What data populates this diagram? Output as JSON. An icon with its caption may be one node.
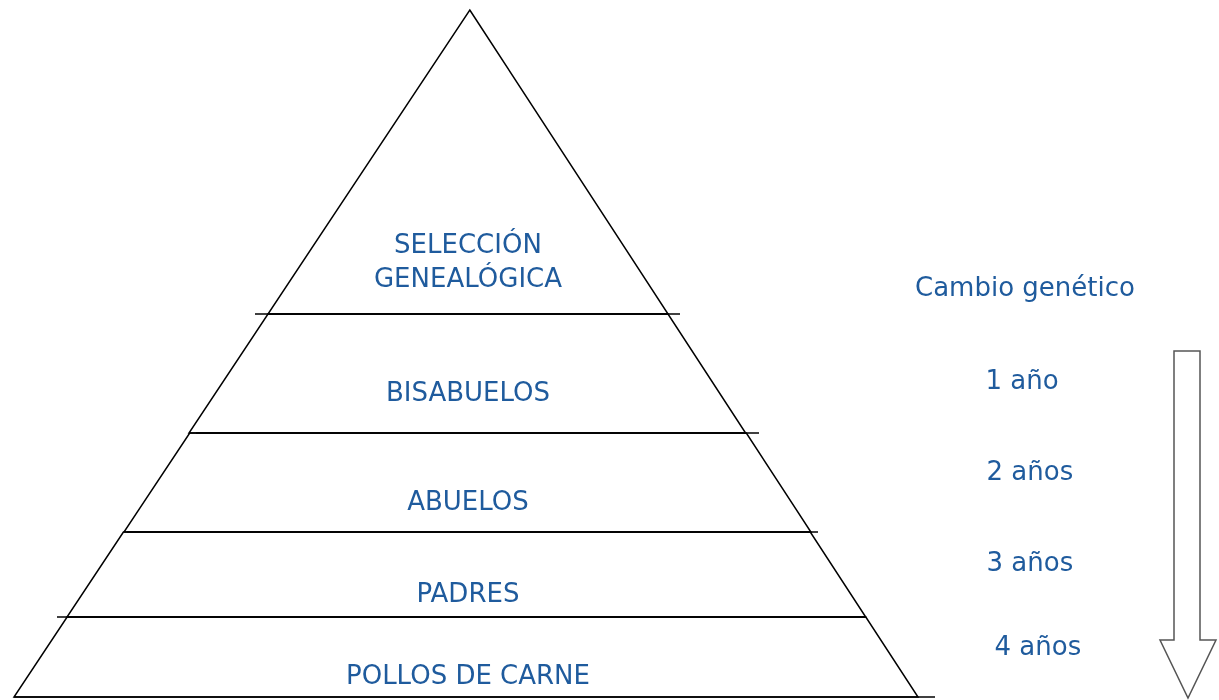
{
  "diagram": {
    "nodes": [
      {
        "text": [
          "SELECCIÓN GENEALÓGICA"
        ]
      },
      {
        "text": [
          "BISABUELOS"
        ]
      },
      {
        "text": [
          "ABUELOS"
        ]
      },
      {
        "text": [
          "PADRES"
        ]
      },
      {
        "text": [
          "POLLOS DE CARNE"
        ]
      }
    ],
    "edges": [],
    "labels": [
      "Cambio genético",
      "1 año",
      "2 años",
      "3 años",
      "4 años"
    ]
  }
}
